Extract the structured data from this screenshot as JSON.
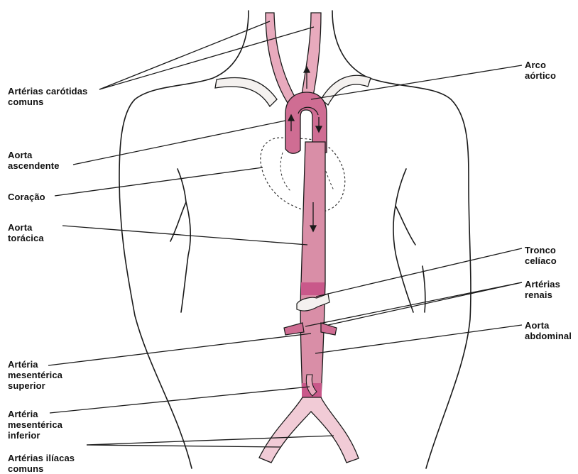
{
  "colors": {
    "aorta": "#d98ea7",
    "aorta_dark": "#c9588a",
    "arch": "#cf6d93",
    "carotid": "#e8aabd",
    "iliac": "#f1cbd6",
    "branch_white": "#f4f1ef",
    "heart_outline": "#333333",
    "line": "#1a1a1a"
  },
  "labels": {
    "carotidas": {
      "line1": "Artérias carótidas",
      "line2": "comuns"
    },
    "arco": {
      "line1": "Arco",
      "line2": "aórtico"
    },
    "aorta_asc": {
      "line1": "Aorta",
      "line2": "ascendente"
    },
    "coracao": {
      "line1": "Coração"
    },
    "aorta_tor": {
      "line1": "Aorta",
      "line2": "torácica"
    },
    "tronco": {
      "line1": "Tronco",
      "line2": "celíaco"
    },
    "renais": {
      "line1": "Artérias",
      "line2": "renais"
    },
    "aorta_abd": {
      "line1": "Aorta",
      "line2": "abdominal"
    },
    "mes_sup": {
      "line1": "Artéria",
      "line2": "mesentérica",
      "line3": "superior"
    },
    "mes_inf": {
      "line1": "Artéria",
      "line2": "mesentérica",
      "line3": "inferior"
    },
    "iliacas": {
      "line1": "Artérias ilíacas",
      "line2": "comuns"
    }
  }
}
